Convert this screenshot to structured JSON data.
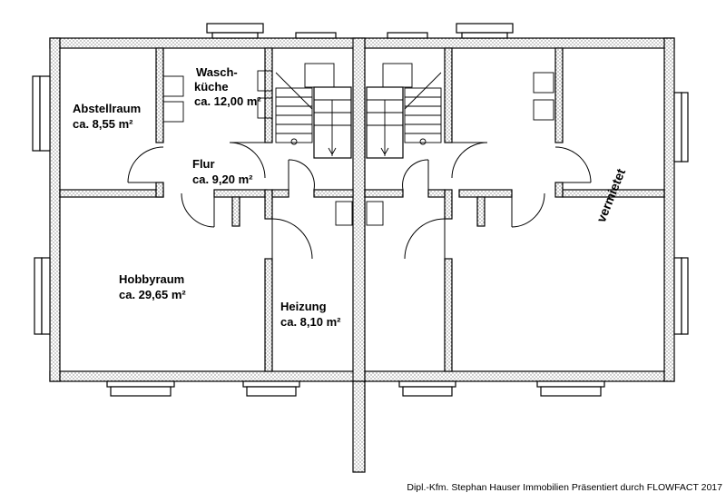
{
  "rooms": [
    {
      "name": "Abstellraum",
      "area": "ca. 8,55 m²"
    },
    {
      "name_line1": "Wasch-",
      "name_line2": "küche",
      "area": "ca. 12,00 m²"
    },
    {
      "name": "Flur",
      "area": "ca. 9,20 m²"
    },
    {
      "name": "Hobbyraum",
      "area": "ca. 29,65 m²"
    },
    {
      "name": "Heizung",
      "area": "ca. 8,10 m²"
    }
  ],
  "right_unit_label": "vermietet",
  "credit": "Dipl.-Kfm. Stephan Hauser Immobilien Präsentiert durch FLOWFACT 2017"
}
